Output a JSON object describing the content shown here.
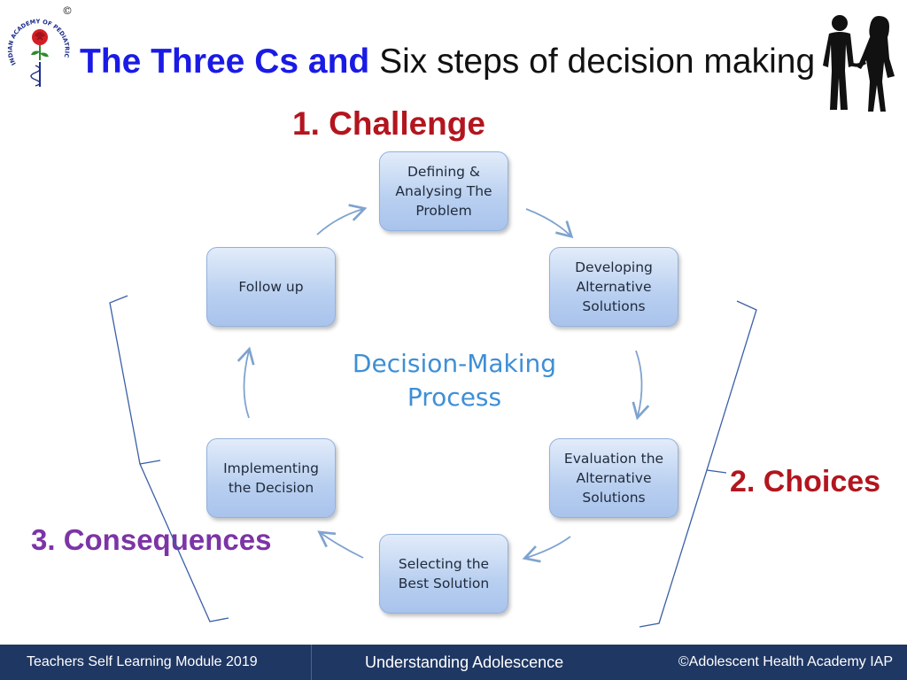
{
  "logo": {
    "text": "INDIAN ACADEMY OF PEDIATRICS",
    "copyright": "©"
  },
  "title": {
    "strong": "The Three Cs and",
    "rest": "Six steps of decision making"
  },
  "labels": {
    "challenge": "1. Challenge",
    "choices": "2. Choices",
    "consequences": "3. Consequences"
  },
  "diagram": {
    "center_line1": "Decision-Making",
    "center_line2": "Process",
    "steps": [
      {
        "line1": "Defining &",
        "line2": "Analysing The",
        "line3": "Problem"
      },
      {
        "line1": "Developing",
        "line2": "Alternative",
        "line3": "Solutions"
      },
      {
        "line1": "Evaluation the",
        "line2": "Alternative",
        "line3": "Solutions"
      },
      {
        "line1": "Selecting the",
        "line2": "Best Solution"
      },
      {
        "line1": "Implementing",
        "line2": "the Decision"
      },
      {
        "line1": "Follow up"
      }
    ]
  },
  "footer": {
    "left": "Teachers Self Learning Module 2019",
    "middle": "Understanding Adolescence",
    "right": "©Adolescent Health Academy IAP"
  },
  "colors": {
    "title_blue": "#1a1ae6",
    "challenge_red": "#b3151e",
    "consequences_purple": "#7c34a6",
    "center_blue": "#3e8fd6",
    "footer_navy": "#1f3763"
  }
}
